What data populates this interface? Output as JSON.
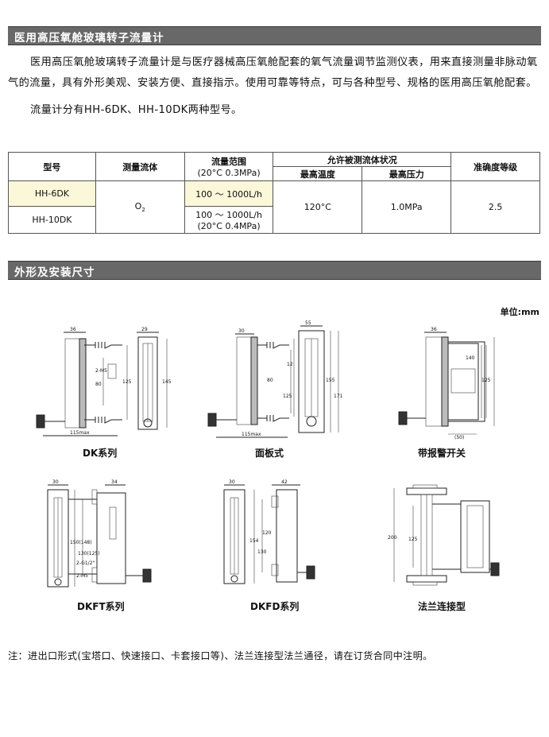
{
  "section1": {
    "title": "医用高压氧舱玻璃转子流量计"
  },
  "intro": {
    "para1": "医用高压氧舱玻璃转子流量计是与医疗器械高压氧舱配套的氧气流量调节监测仪表，用来直接测量非脉动氧气的流量，具有外形美观、安装方便、直接指示。使用可靠等特点，可与各种型号、规格的医用高压氧舱配套。",
    "para2": "流量计分有HH-6DK、HH-10DK两种型号。"
  },
  "table": {
    "headers": {
      "model": "型号",
      "medium": "测量流体",
      "range": "流量范围",
      "range_note": "(20°C 0.3MPa)",
      "allowed": "允许被测流体状况",
      "max_temp": "最高温度",
      "max_pressure": "最高压力",
      "accuracy": "准确度等级"
    },
    "rows": [
      {
        "model": "HH-6DK",
        "range": "100 ～ 1000L/h"
      },
      {
        "model": "HH-10DK",
        "range": "100 ～ 1000L/h",
        "range_note": "(20°C 0.4MPa)"
      }
    ],
    "medium": "O",
    "medium_sub": "2",
    "max_temp": "120°C",
    "max_pressure": "1.0MPa",
    "accuracy": "2.5"
  },
  "section2": {
    "title": "外形及安装尺寸"
  },
  "unit_label": "单位:mm",
  "drawings": [
    {
      "caption": "DK系列",
      "dims": [
        "36",
        "29",
        "2-M5",
        "80",
        "125",
        "145",
        "115max"
      ]
    },
    {
      "caption": "面板式",
      "dims": [
        "30",
        "55",
        "12",
        "80",
        "125",
        "155",
        "171",
        "115max"
      ]
    },
    {
      "caption": "带报警开关",
      "dims": [
        "36",
        "140",
        "125",
        "(50)"
      ]
    },
    {
      "caption": "DKFT系列",
      "dims": [
        "30",
        "34",
        "150(148)",
        "130(125)",
        "2-G1/2\"",
        "2-M5"
      ]
    },
    {
      "caption": "DKFD系列",
      "dims": [
        "30",
        "42",
        "154",
        "130",
        "120"
      ]
    },
    {
      "caption": "法兰连接型",
      "dims": [
        "200",
        "125"
      ]
    }
  ],
  "note": "注：进出口形式(宝塔口、快速接口、卡套接口等)、法兰连接型法兰通径，请在订货合同中注明。"
}
